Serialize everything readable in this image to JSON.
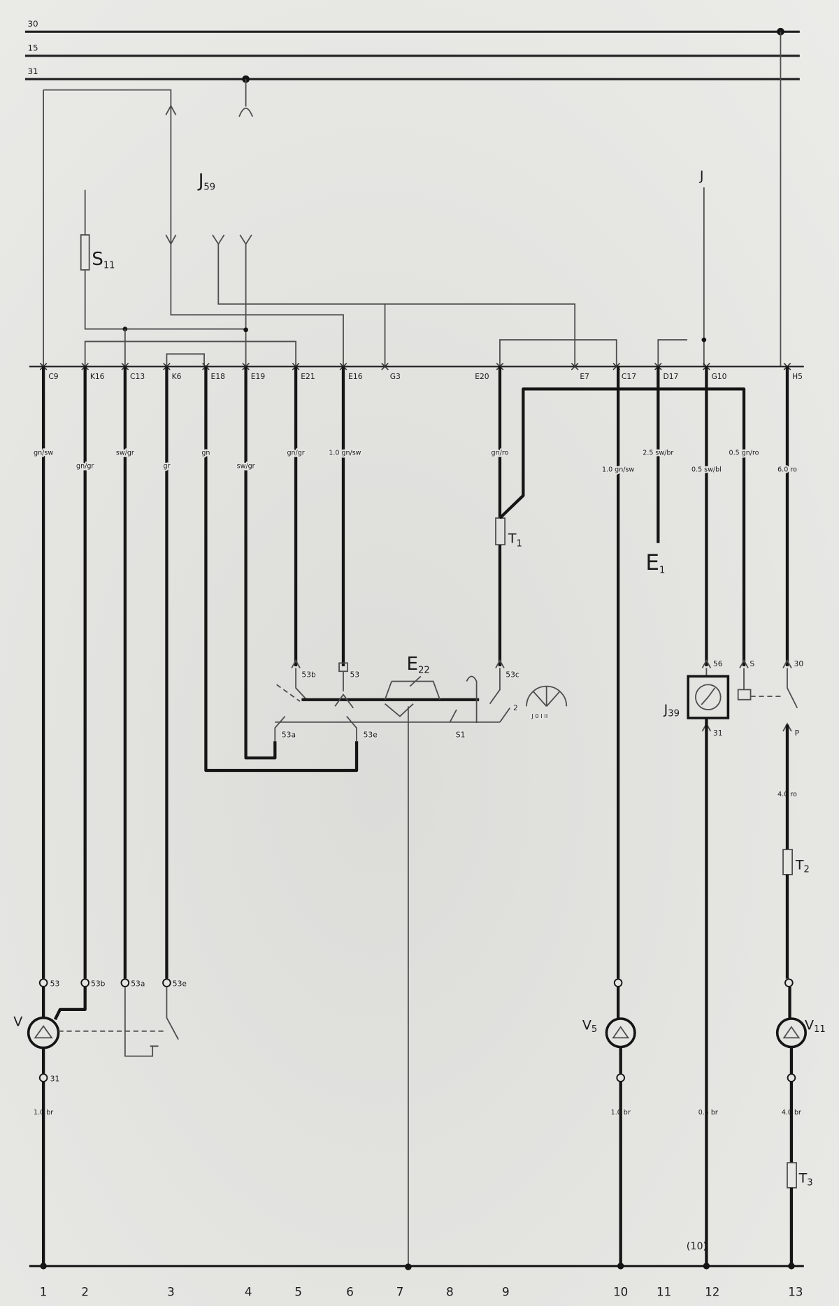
{
  "buses": {
    "b30": "30",
    "b15": "15",
    "b31": "31"
  },
  "components": {
    "J59": {
      "letter": "J",
      "sub": "59"
    },
    "S11": {
      "letter": "S",
      "sub": "11"
    },
    "J": {
      "letter": "J"
    },
    "T1": {
      "letter": "T",
      "sub": "1"
    },
    "E1": {
      "letter": "E",
      "sub": "1"
    },
    "E22": {
      "letter": "E",
      "sub": "22"
    },
    "J39": {
      "letter": "J",
      "sub": "39"
    },
    "T2": {
      "letter": "T",
      "sub": "2"
    },
    "T3": {
      "letter": "T",
      "sub": "3"
    },
    "V": {
      "letter": "V"
    },
    "V5": {
      "letter": "V",
      "sub": "5"
    },
    "V11": {
      "letter": "V",
      "sub": "11"
    }
  },
  "connectors": [
    "C9",
    "K16",
    "C13",
    "K6",
    "E18",
    "E19",
    "E21",
    "E16",
    "G3",
    "E20",
    "E7",
    "C17",
    "D17",
    "G10",
    "H5"
  ],
  "wire_labels": {
    "w1": "gn/sw",
    "w2": "gn/gr",
    "w3": "sw/gr",
    "w4": "gr",
    "w5": "gn",
    "w6": "sw/gr",
    "w7": "gn/gr",
    "w8": "1.0 gn/sw",
    "w9": "gn/ro",
    "w10": "1.0 gn/sw",
    "w11": "2.5 sw/br",
    "w12": "0.5 sw/bl",
    "w13": "0.5 gn/ro",
    "w14": "6.0 ro",
    "w15": "4.0 ro",
    "g1": "1.0 br",
    "g10": "1.0 br",
    "g12": "0.5 br",
    "g13": "4.0 br"
  },
  "terminals": {
    "sw_53b": "53b",
    "sw_53": "53",
    "sw_53c": "53c",
    "sw_53a": "53a",
    "sw_53e": "53e",
    "sw_s1": "S1",
    "sw_2": "2",
    "fan_positions": "J 0 I II",
    "relay_56": "56",
    "relay_s": "S",
    "relay_30": "30",
    "relay_31": "31",
    "relay_p": "P",
    "motor_53": "53",
    "motor_53b": "53b",
    "motor_53a": "53a",
    "motor_53e": "53e",
    "motor_31": "31"
  },
  "page_ref": "(10)",
  "circuit_numbers": [
    "1",
    "2",
    "3",
    "4",
    "5",
    "6",
    "7",
    "8",
    "9",
    "10",
    "11",
    "12",
    "13"
  ],
  "colors": {
    "paper": "#e5e5e2",
    "ink": "#151515",
    "thin_line": "#4d4d4d"
  }
}
